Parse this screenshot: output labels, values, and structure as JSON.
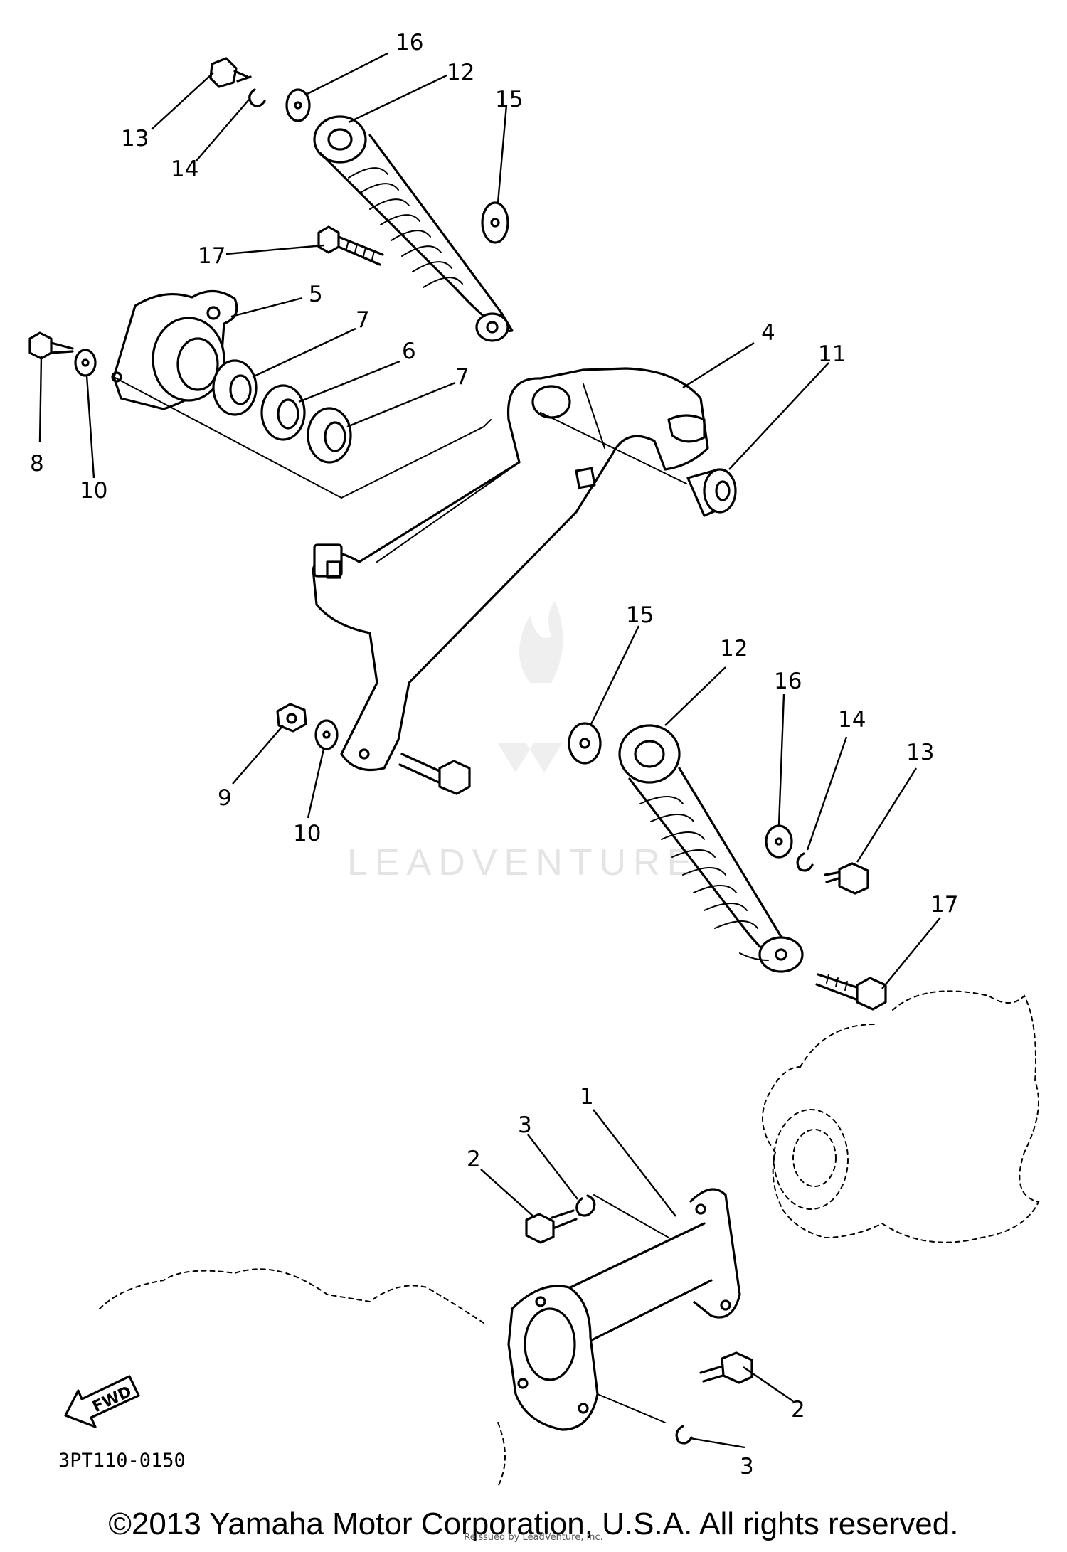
{
  "callouts": {
    "c16a": "16",
    "c12a": "12",
    "c15a": "15",
    "c13a": "13",
    "c14a": "14",
    "c17a": "17",
    "c5": "5",
    "c7a": "7",
    "c6": "6",
    "c7b": "7",
    "c4": "4",
    "c11": "11",
    "c8": "8",
    "c10a": "10",
    "c15b": "15",
    "c12b": "12",
    "c16b": "16",
    "c14b": "14",
    "c13b": "13",
    "c9": "9",
    "c10b": "10",
    "c17b": "17",
    "c1": "1",
    "c3a": "3",
    "c2a": "2",
    "c2b": "2",
    "c3b": "3"
  },
  "fwd_label": "FWD",
  "drawing_code": "3PT110-0150",
  "watermark": "LEADVENTURE",
  "copyright": "©2013 Yamaha Motor Corporation, U.S.A. All rights reserved.",
  "reissued": "Reissued by LeadVenture, Inc."
}
